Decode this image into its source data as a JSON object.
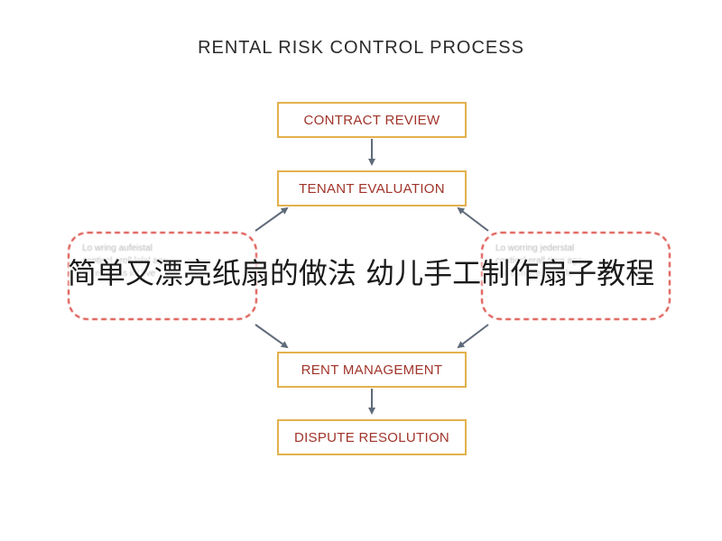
{
  "diagram": {
    "title": "RENTAL RISK CONTROL PROCESS",
    "steps": [
      {
        "label": "CONTRACT REVIEW"
      },
      {
        "label": "TENANT EVALUATION"
      },
      {
        "label": "RENT MANAGEMENT"
      },
      {
        "label": "DISPUTE RESOLUTION"
      }
    ],
    "side_notes": {
      "left": [
        "Lo wring aufeistal",
        "",
        "",
        "conticcl eroll lolal age",
        "art emgens int live"
      ],
      "right": [
        "Lo worring jederstal",
        "",
        "",
        "conticcl erall time age",
        "arc temgee the tide"
      ]
    },
    "colors": {
      "box_border": "#e2b14d",
      "box_text": "#a0342a",
      "dashed_border": "#d9443c",
      "arrow": "#5f6b7a"
    }
  },
  "overlay_caption": "简单又漂亮纸扇的做法 幼儿手工制作扇子教程"
}
